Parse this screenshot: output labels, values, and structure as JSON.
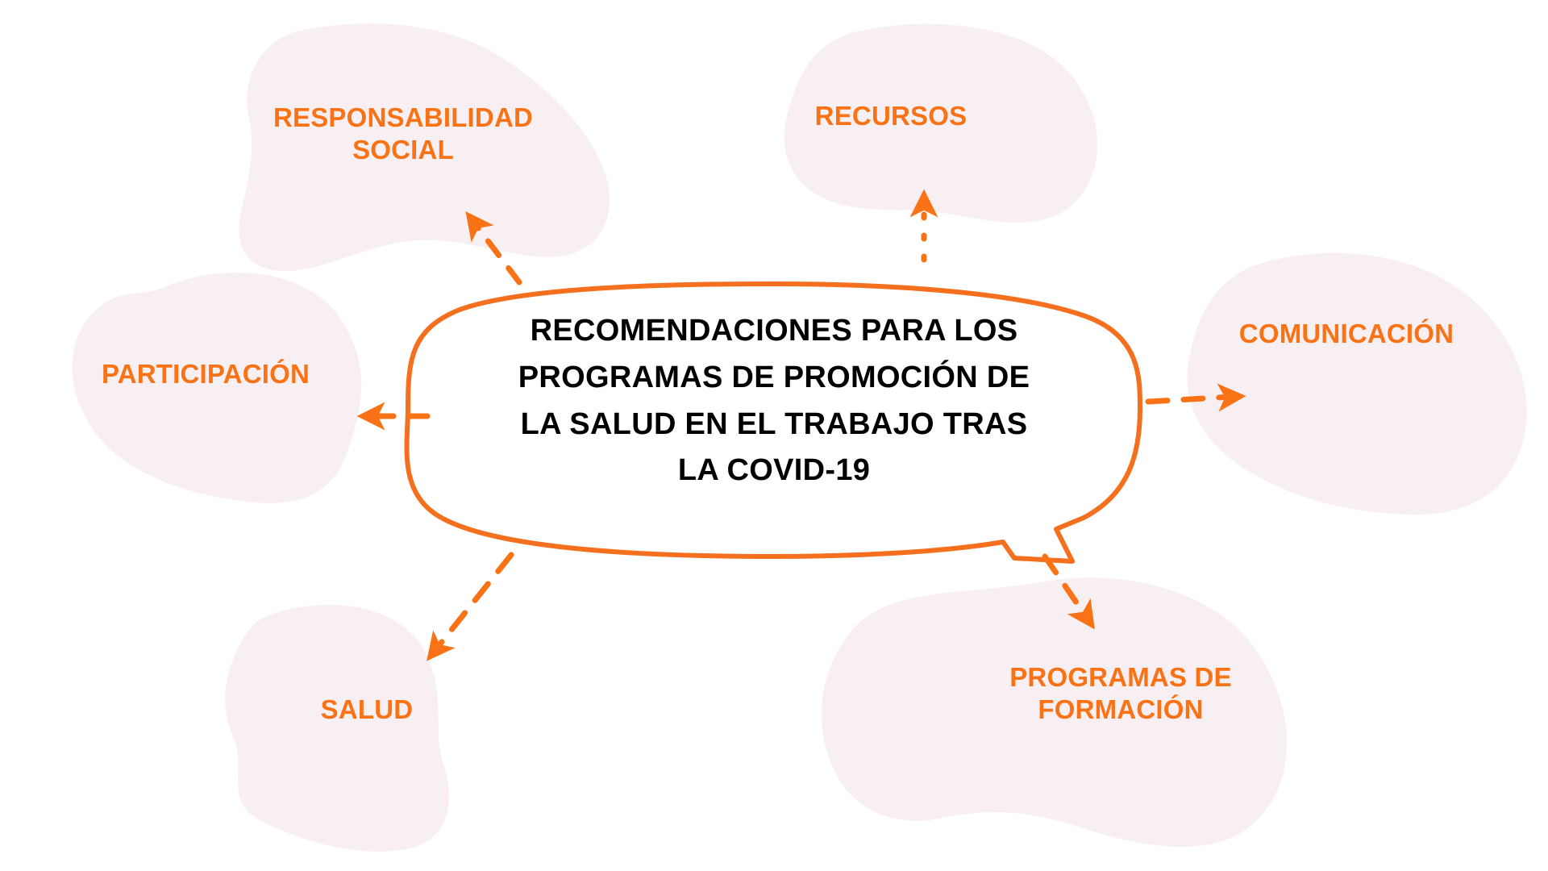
{
  "diagram": {
    "title": "Recomendaciones para los programas de promoción de la salud en el trabajo tras la COVID-19",
    "center": {
      "text": "RECOMENDACIONES PARA LOS\nPROGRAMAS DE PROMOCIÓN DE\nLA SALUD EN EL TRABAJO TRAS\nLA COVID-19",
      "shape": "speech-bubble",
      "outline_color": "#F4701E",
      "fill_color": "#FFFFFF",
      "text_color": "#000000"
    },
    "colors": {
      "accent_orange": "#F97316",
      "outline_orange": "#F4701E",
      "blob_pink": "#F8EFF2",
      "background": "#FFFFFF",
      "center_text": "#000000"
    },
    "nodes": [
      {
        "id": "responsabilidad-social",
        "label": "RESPONSABILIDAD\nSOCIAL",
        "position": "top-left",
        "arrow": "up-left"
      },
      {
        "id": "recursos",
        "label": "RECURSOS",
        "position": "top-center",
        "arrow": "up"
      },
      {
        "id": "comunicacion",
        "label": "COMUNICACIÓN",
        "position": "right",
        "arrow": "right"
      },
      {
        "id": "programas-de-formacion",
        "label": "PROGRAMAS DE\nFORMACIÓN",
        "position": "bottom-right",
        "arrow": "down-right"
      },
      {
        "id": "salud",
        "label": "SALUD",
        "position": "bottom-left",
        "arrow": "down-left"
      },
      {
        "id": "participacion",
        "label": "PARTICIPACIÓN",
        "position": "left",
        "arrow": "left"
      }
    ],
    "arrows": [
      {
        "id": "arrow-to-responsabilidad-social",
        "style": "dashed",
        "direction": "up-left",
        "color": "#F97316"
      },
      {
        "id": "arrow-to-recursos",
        "style": "dashed",
        "direction": "up",
        "color": "#F97316"
      },
      {
        "id": "arrow-to-comunicacion",
        "style": "dashed",
        "direction": "right",
        "color": "#F97316"
      },
      {
        "id": "arrow-to-programas-de-formacion",
        "style": "dashed",
        "direction": "down-right",
        "color": "#F97316"
      },
      {
        "id": "arrow-to-salud",
        "style": "dashed",
        "direction": "down-left",
        "color": "#F97316"
      },
      {
        "id": "arrow-to-participacion",
        "style": "dashed",
        "direction": "left",
        "color": "#F97316"
      }
    ]
  }
}
